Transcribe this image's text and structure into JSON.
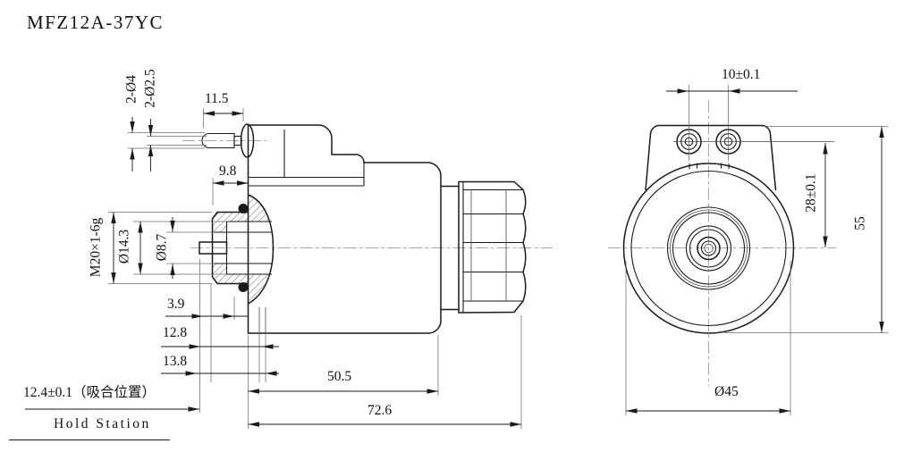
{
  "title": "MFZ12A-37YC",
  "colors": {
    "line": "#1a1a1a",
    "centerline": "#a6a6a6",
    "background": "#ffffff"
  },
  "side_view": {
    "labels": {
      "pin_qty_outer_dia": "2-Ø4",
      "pin_qty_inner_dia": "2-Ø2.5",
      "pin_exposed_length": "11.5",
      "thread_length": "9.8",
      "thread_spec": "M20×1-6g",
      "counterbore_dia": "Ø14.3",
      "bore_dia": "Ø8.7",
      "plunger_dim_a": "3.9",
      "plunger_dim_b": "12.8",
      "plunger_dim_c": "13.8",
      "hold_position": "12.4±0.1（吸合位置）",
      "hold_position_en": "Hold Station",
      "body_length": "50.5",
      "overall_length": "72.6"
    }
  },
  "front_view": {
    "labels": {
      "pin_spacing": "10±0.1",
      "pin_row_height": "28±0.1",
      "overall_height": "55",
      "coil_dia": "Ø45"
    }
  }
}
